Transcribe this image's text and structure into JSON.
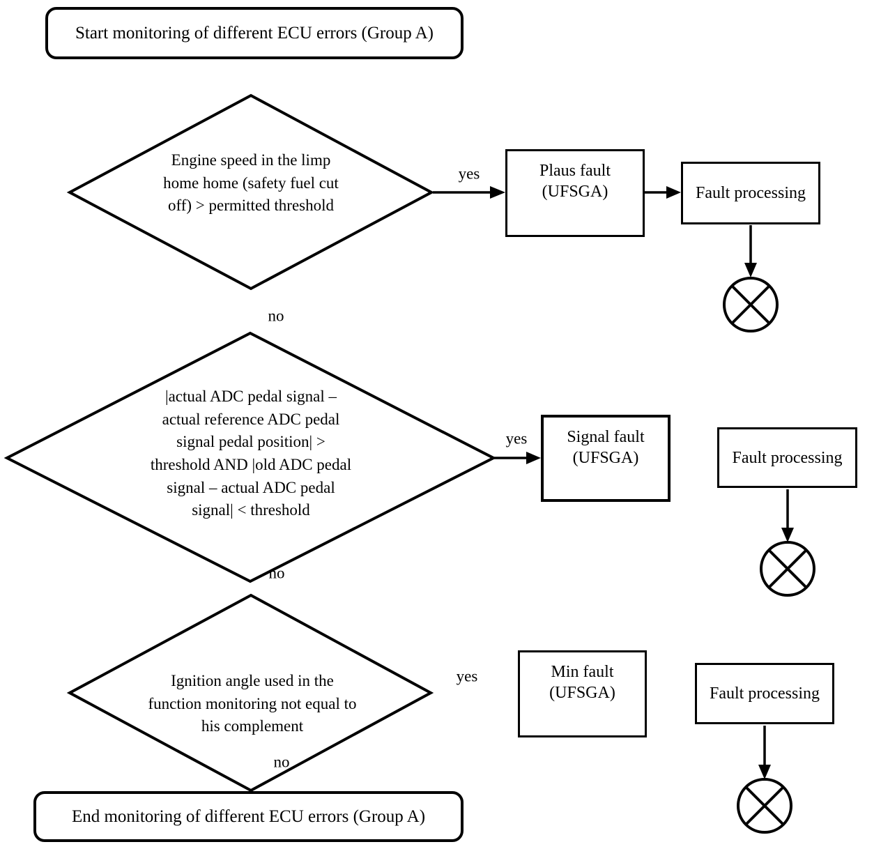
{
  "flowchart": {
    "start_label": "Start monitoring of different ECU errors (Group A)",
    "end_label": "End monitoring of different ECU errors (Group A)",
    "decisions": [
      {
        "id": "engine-speed",
        "text": "Engine speed in the limp home home (safety fuel cut off) > permitted threshold"
      },
      {
        "id": "adc-pedal-signal",
        "text": "|actual ADC pedal signal – actual reference ADC pedal signal pedal position| > threshold AND |old ADC pedal signal – actual ADC pedal signal| < threshold"
      },
      {
        "id": "ignition-angle",
        "text": "Ignition angle used in the function monitoring not equal to his complement"
      }
    ],
    "actions": [
      {
        "id": "plaus-fault",
        "text": "Plaus fault (UFSGA)"
      },
      {
        "id": "signal-fault",
        "text": "Signal fault (UFSGA)"
      },
      {
        "id": "min-fault",
        "text": "Min fault (UFSGA)"
      }
    ],
    "fault_processing_label": "Fault processing",
    "branch_labels": {
      "yes": "yes",
      "no": "no"
    },
    "terminator_icon": "crossed-circle",
    "colors": {
      "stroke": "#000000",
      "background": "#ffffff",
      "text": "#000000"
    }
  }
}
